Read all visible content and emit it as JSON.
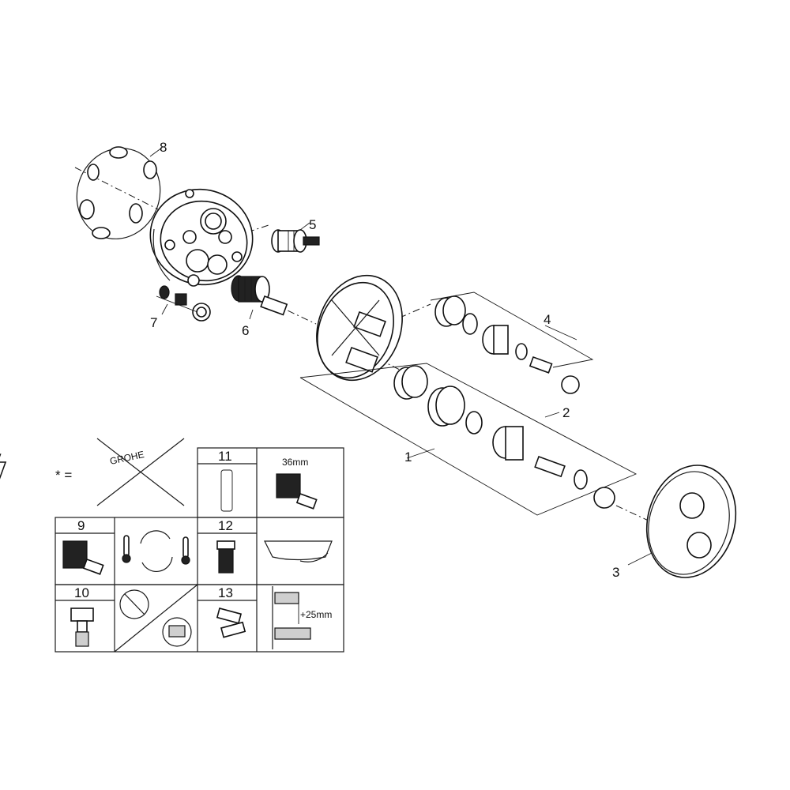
{
  "callouts": {
    "c1": "1",
    "c2": "2",
    "c3": "3",
    "c4": "4",
    "c5": "5",
    "c6": "6",
    "c7": "7",
    "c8": "8"
  },
  "legend": {
    "symbol": "* =",
    "brand_text": "GROHE",
    "cell_11": "11",
    "size_36": "36mm",
    "cell_9": "9",
    "cell_12": "12",
    "cell_10": "10",
    "cell_13": "13",
    "extension": "+25mm"
  },
  "colors": {
    "line": "#1a1a1a",
    "fill": "#ffffff",
    "shade": "#cfcfcf"
  }
}
